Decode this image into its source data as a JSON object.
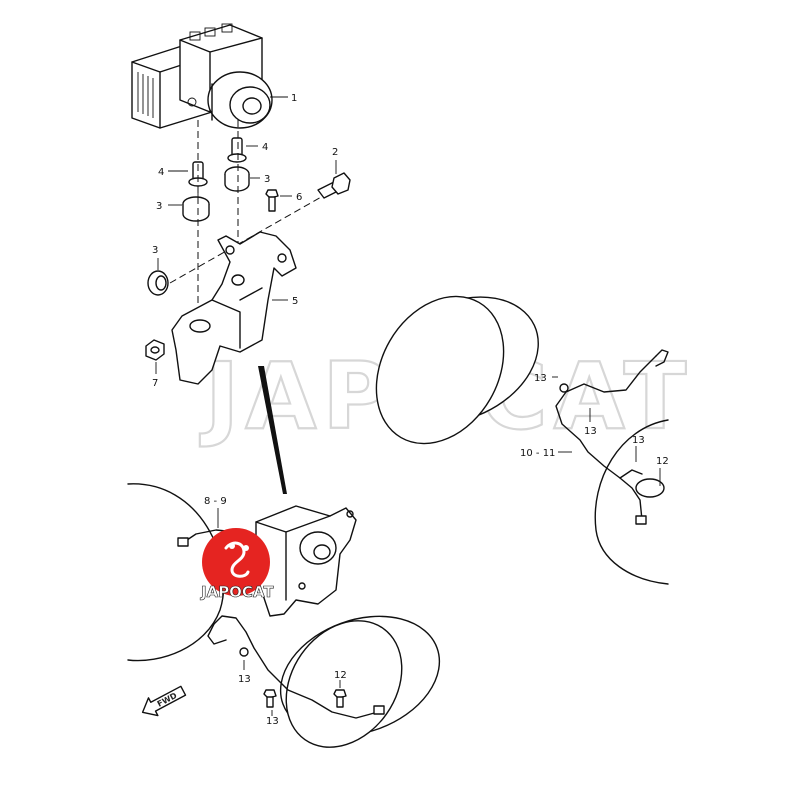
{
  "watermark": {
    "text": "JAPOCAT",
    "color": "#d7d7d7"
  },
  "logo": {
    "text": "JAPOCAT",
    "color": "#e52421"
  },
  "direction_marker": {
    "label": "FWD"
  },
  "callouts": [
    {
      "id": "c1",
      "label": "1"
    },
    {
      "id": "c2",
      "label": "2"
    },
    {
      "id": "c3a",
      "label": "3"
    },
    {
      "id": "c3b",
      "label": "3"
    },
    {
      "id": "c3c",
      "label": "3"
    },
    {
      "id": "c4a",
      "label": "4"
    },
    {
      "id": "c4b",
      "label": "4"
    },
    {
      "id": "c5",
      "label": "5"
    },
    {
      "id": "c6",
      "label": "6"
    },
    {
      "id": "c7",
      "label": "7"
    },
    {
      "id": "c89",
      "label": "8 - 9"
    },
    {
      "id": "c1011",
      "label": "10 - 11"
    },
    {
      "id": "c12a",
      "label": "12"
    },
    {
      "id": "c12b",
      "label": "12"
    },
    {
      "id": "c13a",
      "label": "13"
    },
    {
      "id": "c13b",
      "label": "13"
    },
    {
      "id": "c13c",
      "label": "13"
    },
    {
      "id": "c13d",
      "label": "13"
    },
    {
      "id": "c13e",
      "label": "13"
    }
  ]
}
